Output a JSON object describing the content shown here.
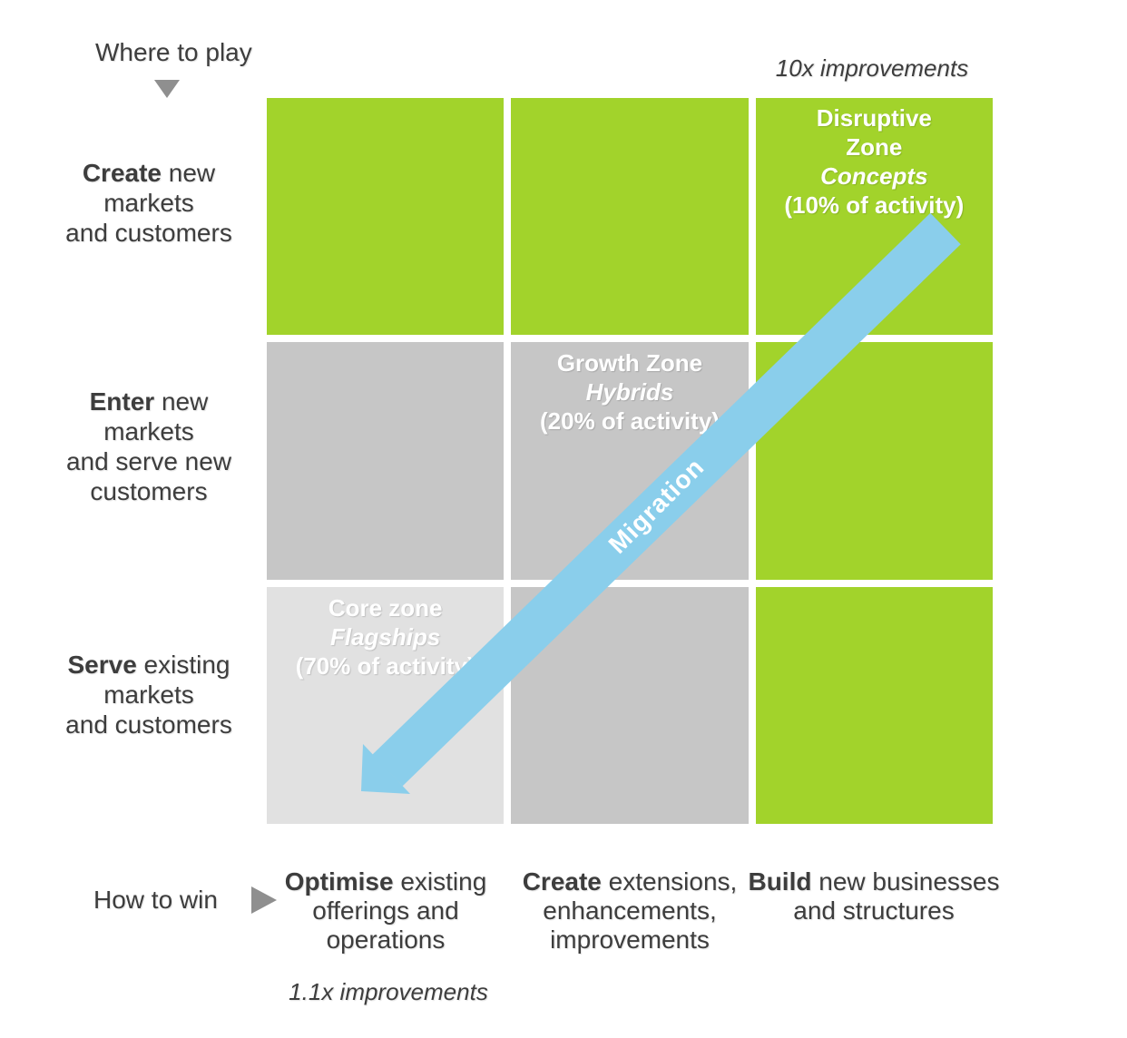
{
  "axes": {
    "where_to_play": "Where to play",
    "how_to_win": "How to win"
  },
  "scales": {
    "top": "10x improvements",
    "bottom": "1.1x improvements"
  },
  "row_labels": [
    {
      "bold": "Create",
      "rest": " new\nmarkets\nand customers"
    },
    {
      "bold": "Enter",
      "rest": " new\nmarkets\nand serve new\ncustomers"
    },
    {
      "bold": "Serve",
      "rest": " existing\nmarkets\nand customers"
    }
  ],
  "col_labels": [
    {
      "bold": "Optimise",
      "rest": " existing\nofferings and\noperations"
    },
    {
      "bold": "Create",
      "rest": " extensions,\nenhancements,\nimprovements"
    },
    {
      "bold": "Build",
      "rest": " new businesses\nand  structures"
    }
  ],
  "zones": {
    "disruptive": {
      "title": "Disruptive\nZone",
      "subtitle": "Concepts",
      "activity": "(10% of activity)"
    },
    "growth": {
      "title": "Growth Zone",
      "subtitle": "Hybrids",
      "activity": "(20% of activity)"
    },
    "core": {
      "title": "Core zone",
      "subtitle": "Flagships",
      "activity": "(70% of activity)"
    }
  },
  "arrow": {
    "label": "Migration",
    "color": "#8aceeb"
  },
  "colors": {
    "green": "#a2d32b",
    "gray": "#c6c6c6",
    "light_gray": "#e1e1e1",
    "text_dark": "#3d3d3d",
    "marker_gray": "#8f8f8f",
    "zone_text": "#ffffff"
  },
  "grid": {
    "rows": 3,
    "cols": 3,
    "cell_fill": [
      [
        "green",
        "green",
        "green"
      ],
      [
        "gray",
        "gray",
        "green"
      ],
      [
        "light_gray",
        "gray",
        "green"
      ]
    ]
  }
}
